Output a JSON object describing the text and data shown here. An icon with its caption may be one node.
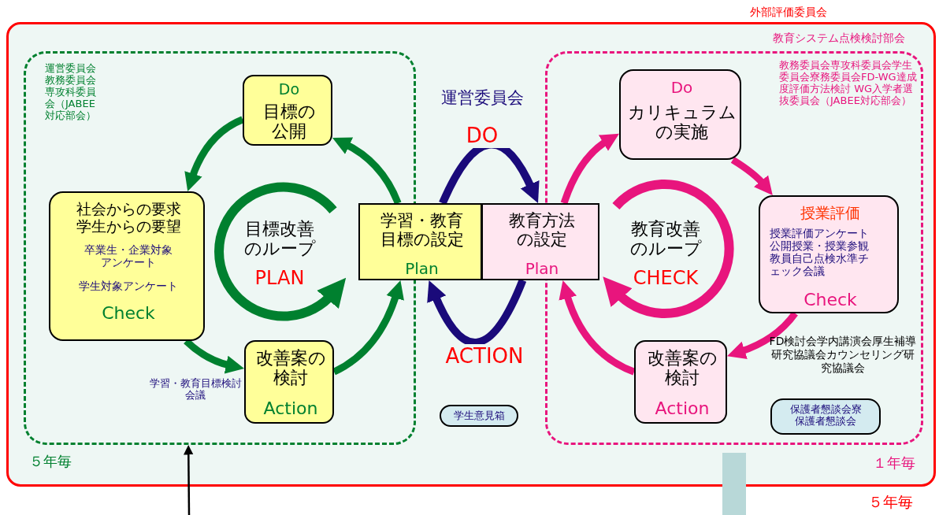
{
  "diagram": {
    "nodes": [
      {
        "text": [
          "外部評価委員会"
        ]
      },
      {
        "text": [
          "運営委員会教務委員会専攻科委員会（JABEE対応部会）",
          "５年毎"
        ],
        "in": 0
      },
      {
        "text": [
          "教育システム点検検討部会",
          "教務委員会専攻科委員会学生委員会寮務委員会FD-WG達成度評価方法検討 WG入学者選抜委員会（JABEE対応部会）",
          "１年毎"
        ],
        "in": 0
      },
      {
        "text": [
          "Do",
          "目標の公開"
        ],
        "in": 1
      },
      {
        "text": [
          "社会からの要求学生からの要望",
          "卒業生・企業対象アンケート",
          "学生対象アンケート",
          "Check"
        ],
        "in": 1
      },
      {
        "text": [
          "改善案の検討",
          "Action"
        ],
        "in": 1,
        "beside": [
          "学習・教育目標検討会議"
        ]
      },
      {
        "text": [
          "目標改善のループ",
          "PLAN"
        ],
        "in": 1
      },
      {
        "text": [
          "学習・教育目標の設定",
          "Plan"
        ],
        "in": 0
      },
      {
        "text": [
          "教育方法の設定",
          "Plan"
        ],
        "in": 0
      },
      {
        "text": [
          "Do",
          "カリキュラムの実施"
        ],
        "in": 2
      },
      {
        "text": [
          "授業評価",
          "授業評価アンケート公開授業・授業参観教員自己点検水準チェック会議",
          "Check"
        ],
        "in": 2
      },
      {
        "text": [
          "改善案の検討",
          "Action"
        ],
        "in": 2
      },
      {
        "text": [
          "教育改善のループ",
          "CHECK"
        ],
        "in": 2
      },
      {
        "text": [
          "保護者懇談会寮保護者懇談会"
        ],
        "in": 2
      },
      {
        "text": [
          "学生意見箱"
        ],
        "in": 0
      }
    ],
    "edges": [
      {
        "from": 7,
        "to": 3,
        "arrow": "to",
        "color": "#00802f"
      },
      {
        "from": 3,
        "to": 4,
        "arrow": "to",
        "color": "#00802f"
      },
      {
        "from": 4,
        "to": 5,
        "arrow": "to",
        "color": "#00802f"
      },
      {
        "from": 5,
        "to": 7,
        "arrow": "to",
        "color": "#00802f"
      },
      {
        "from": 7,
        "to": 8,
        "arrow": "to",
        "label": "DO",
        "color": "#1a0a7a"
      },
      {
        "from": 8,
        "to": 7,
        "arrow": "to",
        "label": "ACTION",
        "color": "#1a0a7a"
      },
      {
        "from": 8,
        "to": 9,
        "arrow": "to",
        "color": "#e8157d"
      },
      {
        "from": 9,
        "to": 10,
        "arrow": "to",
        "color": "#e8157d"
      },
      {
        "from": 10,
        "to": 11,
        "arrow": "to",
        "color": "#e8157d"
      },
      {
        "from": 11,
        "to": 8,
        "arrow": "to",
        "color": "#e8157d"
      },
      {
        "from": null,
        "to": 1,
        "arrow": "to",
        "color": "#000000"
      },
      {
        "from": 2,
        "to": null,
        "arrow": "none",
        "style": "thick",
        "color": "#b8d8d8"
      },
      {
        "from": 6,
        "to": 7,
        "arrow": "to",
        "color": "#00802f"
      },
      {
        "from": 12,
        "to": 8,
        "arrow": "to",
        "color": "#e8157d"
      }
    ],
    "labels": [
      "運営委員会",
      "FD検討会学内講演会厚生補導研究協議会カウンセリング研究協議会",
      "５年毎"
    ]
  }
}
